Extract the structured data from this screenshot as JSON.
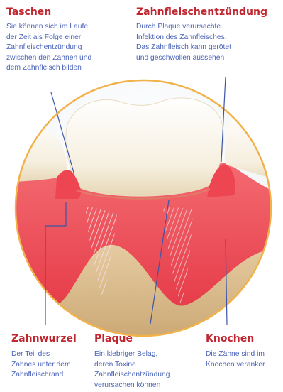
{
  "labels": {
    "taschen": {
      "title": "Taschen",
      "lines": [
        "Sie können sich im Laufe",
        "der Zeit als Folge einer",
        "Zahnfleischentzündung",
        "zwischen den Zähnen und",
        "dem Zahnfleisch bilden"
      ]
    },
    "zahnfleischentzuendung": {
      "title": "Zahnfleischentzündung",
      "lines": [
        "Durch Plaque verursachte",
        "Infektion des Zahnfleisches.",
        "Das Zahnfleisch kann gerötet",
        "und geschwollen aussehen"
      ]
    },
    "zahnwurzel": {
      "title": "Zahnwurzel",
      "lines": [
        "Der Teil des",
        "Zahnes unter dem",
        "Zahnfleischrand"
      ]
    },
    "plaque": {
      "title": "Plaque",
      "lines": [
        "Ein klebriger Belag,",
        "deren Toxine",
        "Zahnfleischentzündung",
        "verursachen können"
      ]
    },
    "knochen": {
      "title": "Knochen",
      "lines": [
        "Die Zähne sind im",
        "Knochen veranker"
      ]
    }
  },
  "colors": {
    "title": "#c0262f",
    "text": "#4a63b8",
    "circle_border": "#f2b24a",
    "gum": "#ef4f58",
    "tooth": "#fbf6ea",
    "bone": "#d9b98c",
    "pointer": "#3d55a8"
  }
}
